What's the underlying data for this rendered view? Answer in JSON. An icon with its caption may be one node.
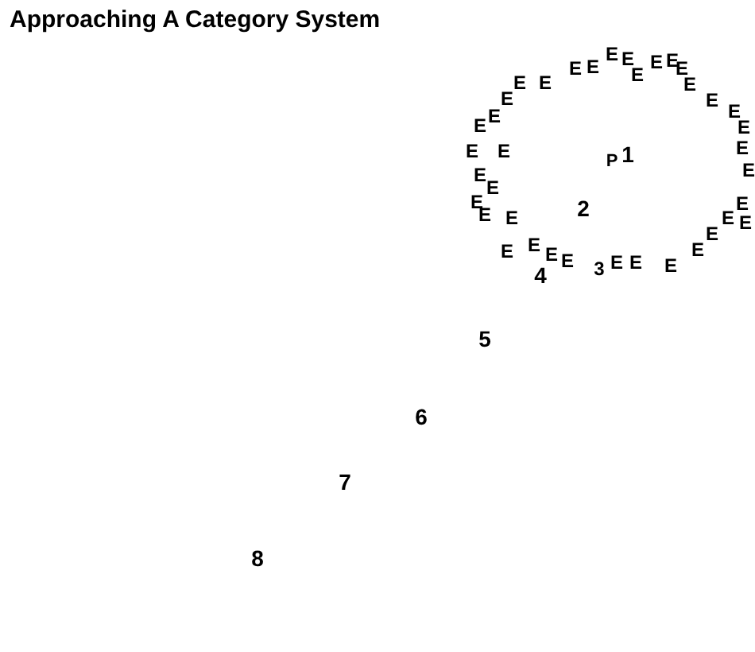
{
  "diagram": {
    "title": "Approaching A Category System",
    "labels": [
      "E",
      "E",
      "E",
      "E",
      "E",
      "E",
      "E",
      "E",
      "E",
      "E",
      "E",
      "E",
      "E",
      "E",
      "E",
      "E",
      "E",
      "E",
      "E",
      "E",
      "1",
      "P",
      "E",
      "E",
      "E",
      "E",
      "E",
      "2",
      "E",
      "E",
      "E",
      "E",
      "E",
      "E",
      "E",
      "E",
      "E",
      "E",
      "E",
      "E",
      "E",
      "3",
      "4",
      "5",
      "6",
      "7",
      "8"
    ]
  }
}
